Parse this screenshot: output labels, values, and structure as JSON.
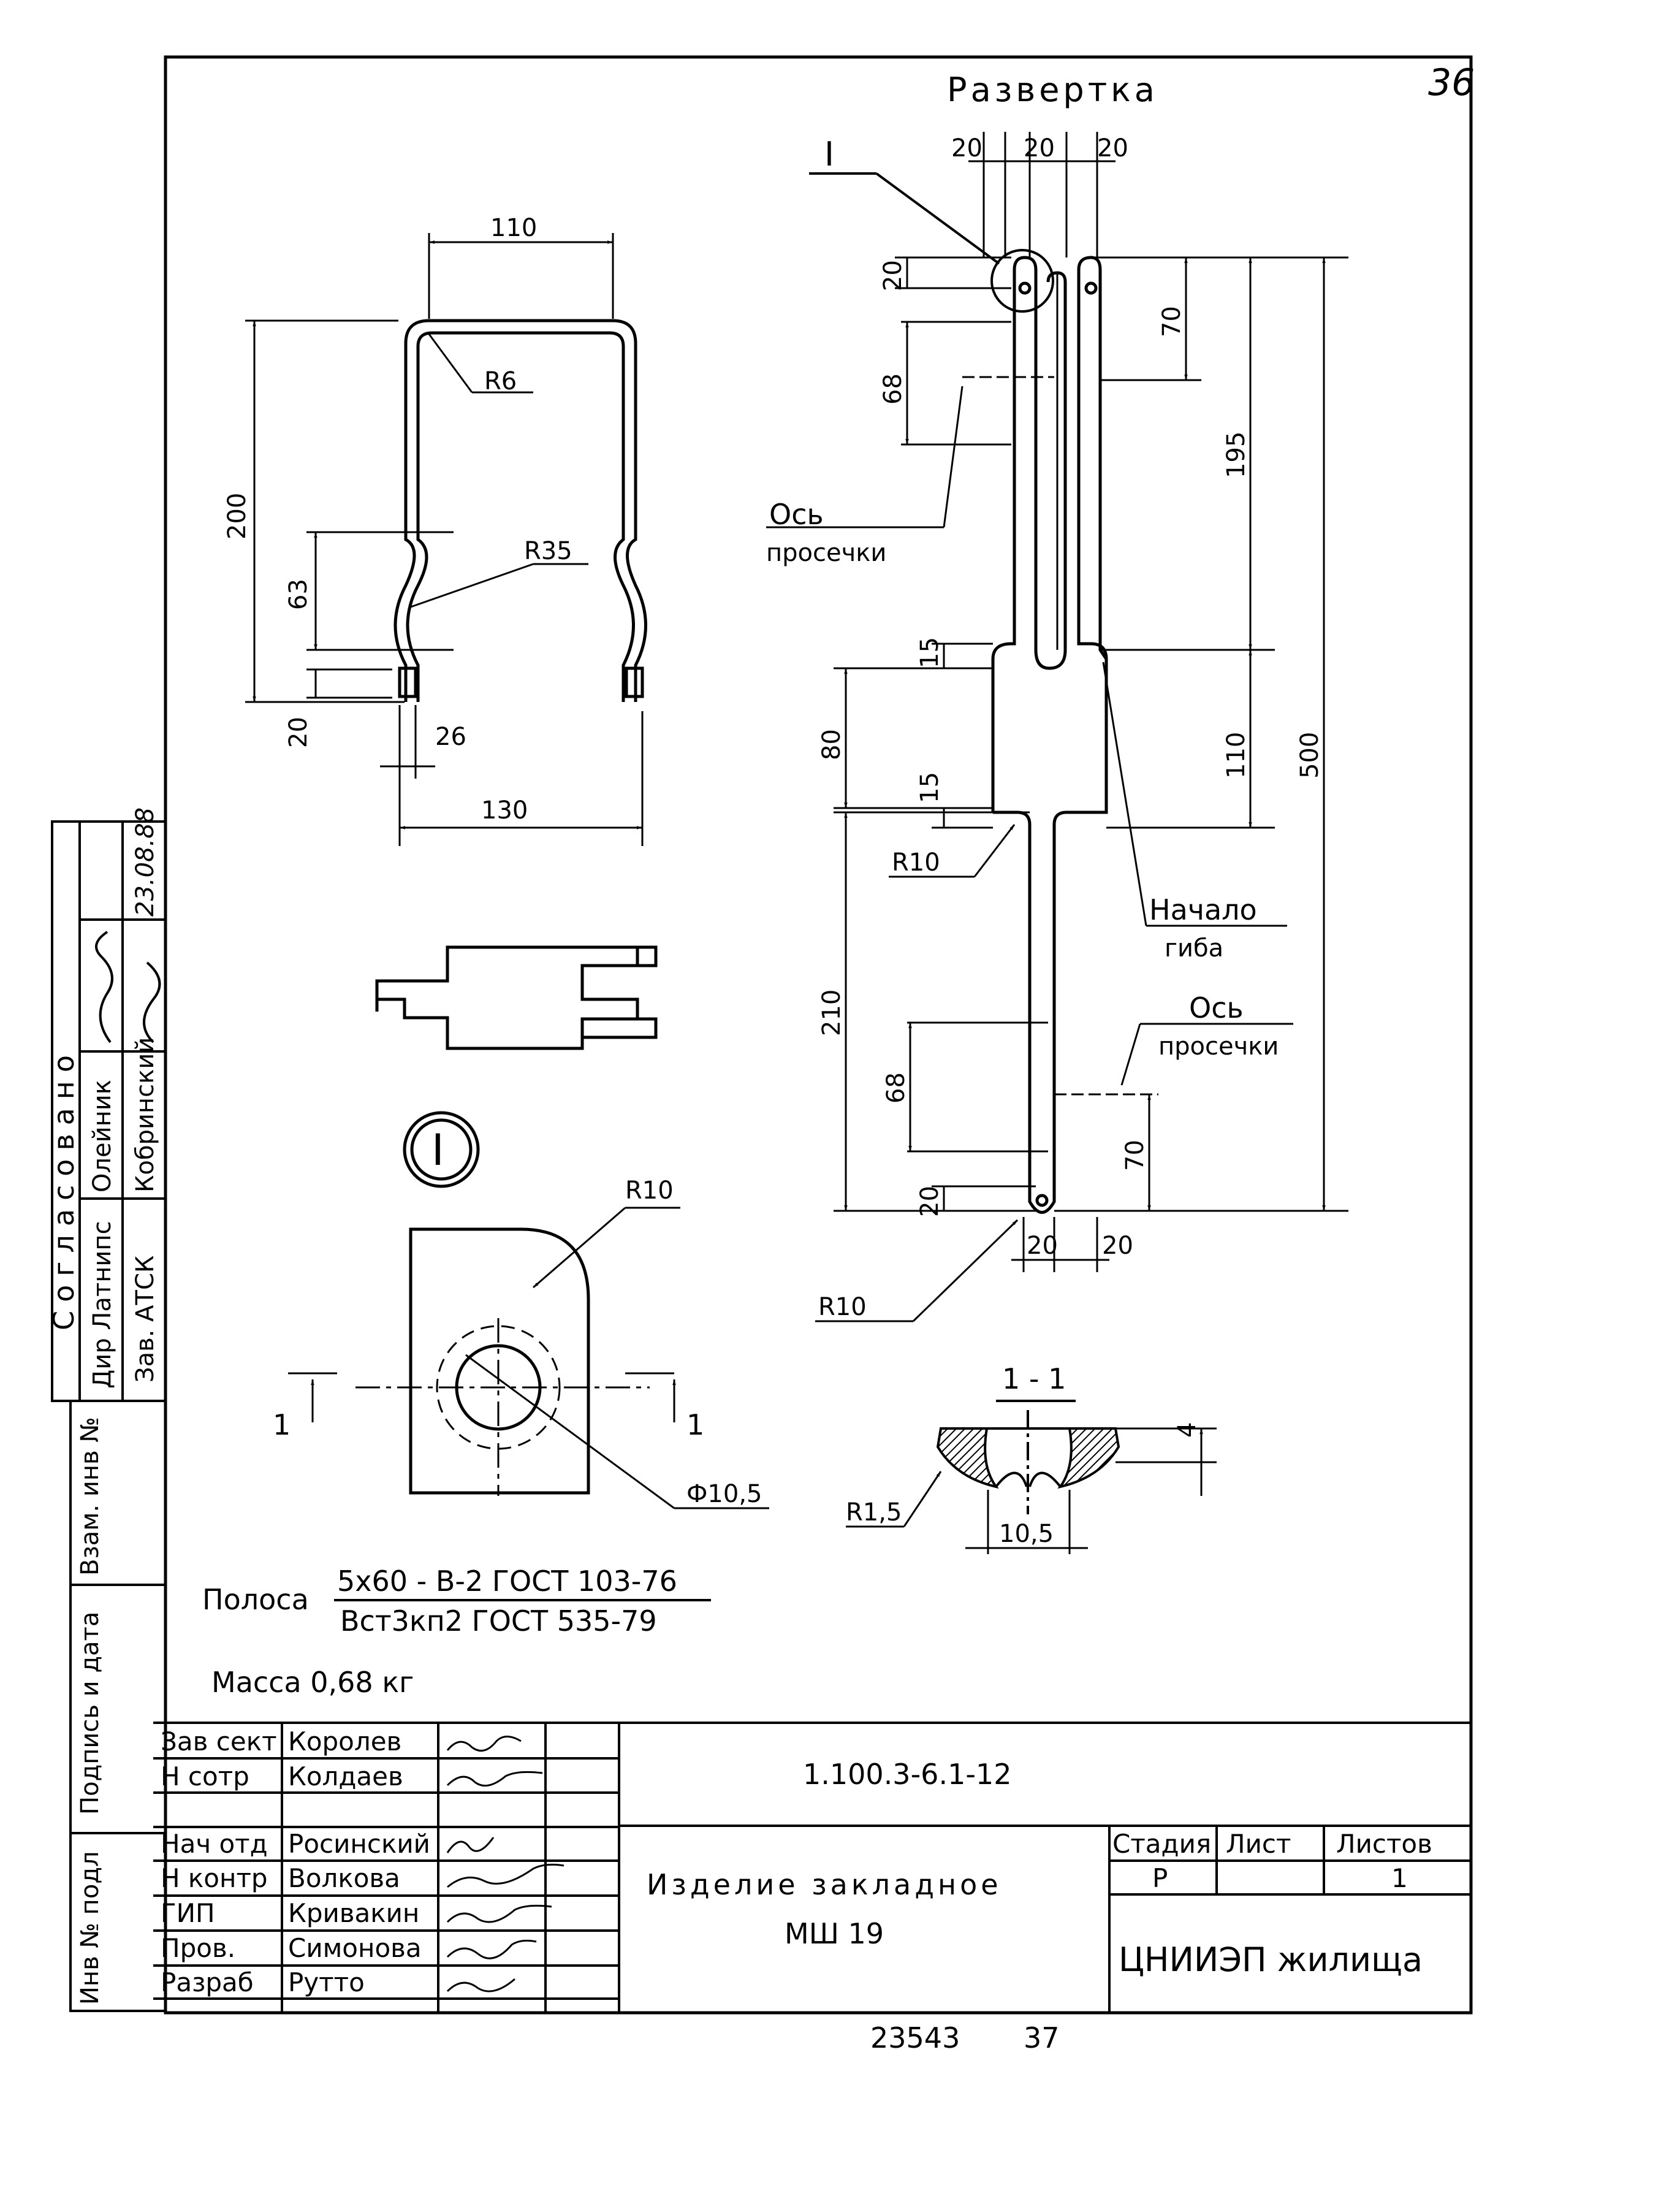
{
  "sheet_number": "36",
  "bottom_numbers": {
    "left": "23543",
    "right": "37"
  },
  "views": {
    "development_title": "Развертка",
    "section_callout": "I",
    "detail_marker": "I",
    "section_title": "1 - 1",
    "cut_marker": "1"
  },
  "dims": {
    "front": {
      "width_top": "110",
      "height": "200",
      "radius_top": "R6",
      "radius_bulge": "R35",
      "h63": "63",
      "h20": "20",
      "w26": "26",
      "width_bottom": "130"
    },
    "development": {
      "d20a": "20",
      "d20b": "20",
      "d20c": "20",
      "d20_left": "20",
      "d70_top": "70",
      "d68_top": "68",
      "d195": "195",
      "d15a": "15",
      "d15b": "15",
      "d80": "80",
      "d110": "110",
      "d500": "500",
      "r10_mid": "R10",
      "d210": "210",
      "d68_bot": "68",
      "d70_bot": "70",
      "d20_bot": "20",
      "d20_b1": "20",
      "d20_b2": "20",
      "r10_bot": "R10"
    },
    "detail": {
      "r10": "R10",
      "hole": "Ф10,5"
    },
    "section": {
      "r15": "R1,5",
      "w105": "10,5",
      "t4": "4"
    }
  },
  "notes": {
    "axis_slot_top": [
      "Ось",
      "просечки"
    ],
    "axis_slot_bottom": [
      "Ось",
      "просечки"
    ],
    "bend_start": [
      "Начало",
      "гиба"
    ]
  },
  "material": {
    "label": "Полоса",
    "numerator": "5x60 - В-2 ГОСТ 103-76",
    "denominator": "Вст3кп2 ГОСТ 535-79",
    "mass": "Масса 0,68 кг"
  },
  "approval": {
    "title": "Согласовано",
    "rows": [
      {
        "role": "Дир Латнипс",
        "name": "Олейник",
        "date": ""
      },
      {
        "role": "Зав. АТСК",
        "name": "Кобринский",
        "date": "23.08.88"
      }
    ]
  },
  "side_stamp": [
    "Инв № подл",
    "Подпись и дата",
    "Взам. инв №"
  ],
  "title_block": {
    "signers": [
      {
        "role": "Зав сект",
        "name": "Королев"
      },
      {
        "role": "Н сотр",
        "name": "Колдаев"
      },
      {
        "role": "",
        "name": ""
      },
      {
        "role": "Нач отд",
        "name": "Росинский"
      },
      {
        "role": "Н контр",
        "name": "Волкова"
      },
      {
        "role": "ГИП",
        "name": "Кривакин"
      },
      {
        "role": "Пров.",
        "name": "Симонова"
      },
      {
        "role": "Разраб",
        "name": "Рутто"
      }
    ],
    "doc_code": "1.100.3-6.1-12",
    "product_line1": "Изделие закладное",
    "product_line2": "МШ 19",
    "stage_header": "Стадия",
    "sheet_header": "Лист",
    "sheets_header": "Листов",
    "stage": "Р",
    "sheet": "",
    "sheets": "1",
    "org": "ЦНИИЭП жилища"
  }
}
